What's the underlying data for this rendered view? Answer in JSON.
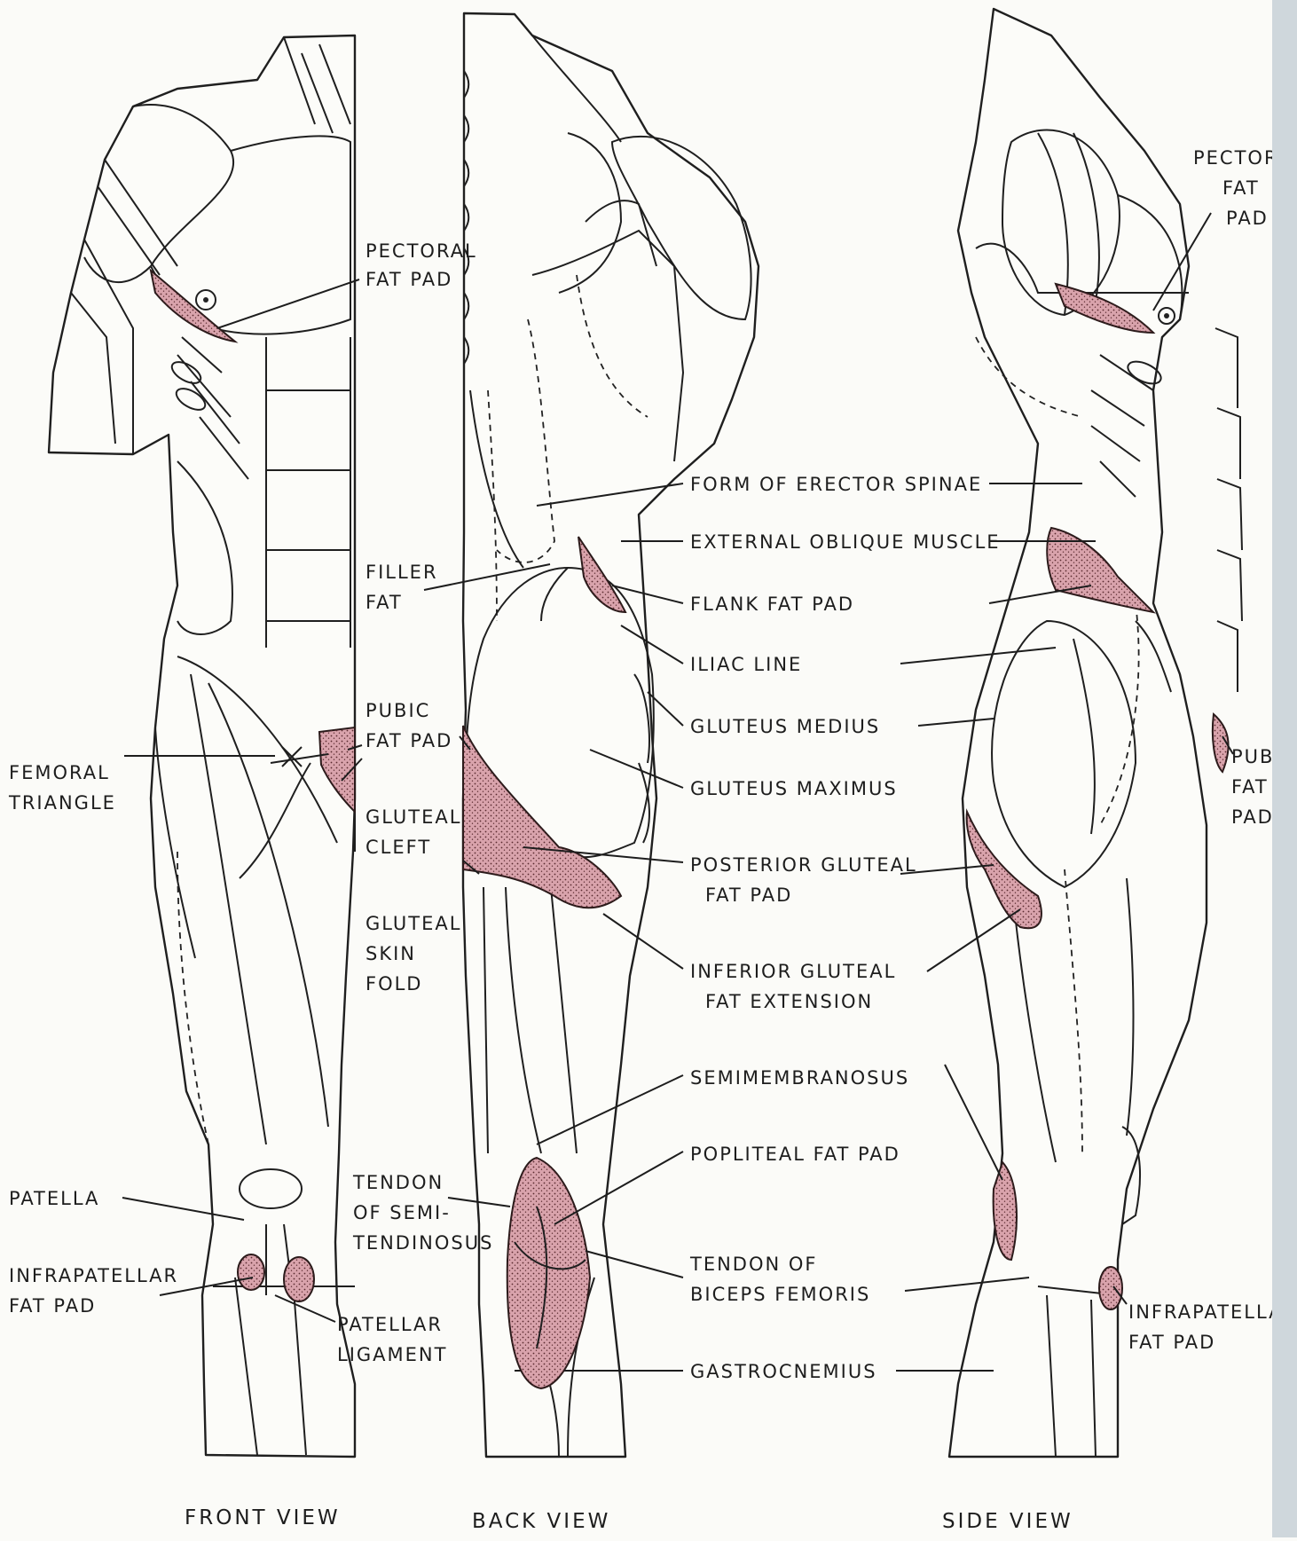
{
  "colors": {
    "fat_fill": "#d9a3ac",
    "line": "#1d1d1d",
    "background": "#fbfbf8"
  },
  "captions": {
    "front": "FRONT VIEW",
    "back": "BACK VIEW",
    "side": "SIDE VIEW"
  },
  "labels": {
    "pectoral_front": [
      "PECTORAL",
      "FAT PAD"
    ],
    "filler_fat": [
      "FILLER",
      "FAT"
    ],
    "pubic_front": [
      "PUBIC",
      "FAT PAD"
    ],
    "femoral_triangle": [
      "FEMORAL",
      "TRIANGLE"
    ],
    "gluteal_cleft": [
      "GLUTEAL",
      "CLEFT"
    ],
    "gluteal_skin_fold": [
      "GLUTEAL",
      "SKIN",
      "FOLD"
    ],
    "patella": "PATELLA",
    "infrapatellar_front": [
      "INFRAPATELLAR",
      "FAT PAD"
    ],
    "tendon_semi": [
      "TENDON",
      "OF SEMI-",
      "TENDINOSUS"
    ],
    "patellar_ligament": [
      "PATELLAR",
      "LIGAMENT"
    ],
    "erector_spinae": "FORM OF ERECTOR SPINAE",
    "external_oblique": "EXTERNAL OBLIQUE MUSCLE",
    "flank_fat": "FLANK  FAT PAD",
    "iliac_line": "ILIAC  LINE",
    "gluteus_medius": "GLUTEUS  MEDIUS",
    "gluteus_maximus": "GLUTEUS  MAXIMUS",
    "posterior_gluteal": [
      "POSTERIOR  GLUTEAL",
      "FAT PAD"
    ],
    "inferior_gluteal": [
      "INFERIOR GLUTEAL",
      "FAT EXTENSION"
    ],
    "semimembranosus": "SEMIMEMBRANOSUS",
    "popliteal_fat": "POPLITEAL  FAT PAD",
    "tendon_biceps": [
      "TENDON  OF",
      "BICEPS  FEMORIS"
    ],
    "gastrocnemius": "GASTROCNEMIUS",
    "pectoral_side": [
      "PECTORAL",
      "FAT",
      "PAD"
    ],
    "pubic_side": [
      "PUBIC",
      "FAT",
      "PAD"
    ],
    "infrapatellar_side": [
      "INFRAPATELLAR",
      "FAT PAD"
    ]
  }
}
